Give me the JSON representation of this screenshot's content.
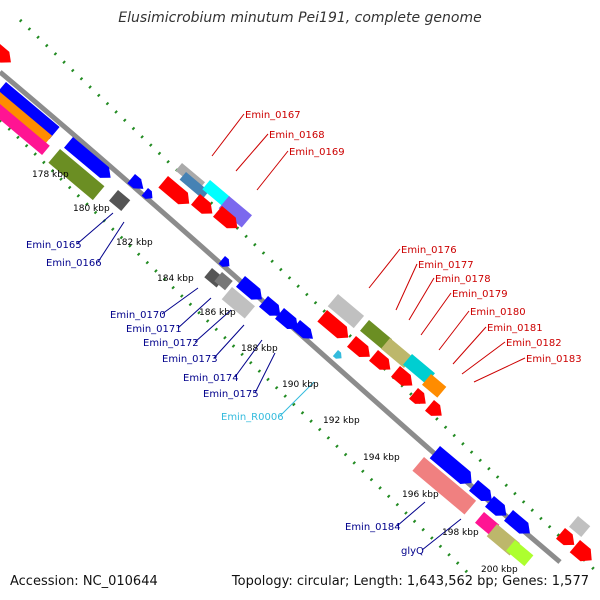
{
  "title": "Elusimicrobium minutum Pei191, complete genome",
  "footer": {
    "accession": "Accession: NC_010644",
    "summary": "Topology: circular; Length: 1,643,562 bp; Genes: 1,577"
  },
  "colors": {
    "backbone": "#8c8c8c",
    "tick_dots": "#228b22",
    "label_forward": "#cc0000",
    "label_reverse": "#00008b",
    "label_rna": "#33bbdd",
    "kbp_label": "#000000"
  },
  "kbp_labels": [
    "178 kbp",
    "180 kbp",
    "182 kbp",
    "184 kbp",
    "186 kbp",
    "188 kbp",
    "190 kbp",
    "192 kbp",
    "194 kbp",
    "196 kbp",
    "198 kbp",
    "200 kbp"
  ],
  "gene_labels": {
    "forward": [
      "Emin_0167",
      "Emin_0168",
      "Emin_0169",
      "Emin_0176",
      "Emin_0177",
      "Emin_0178",
      "Emin_0179",
      "Emin_0180",
      "Emin_0181",
      "Emin_0182",
      "Emin_0183"
    ],
    "reverse": [
      "Emin_0165",
      "Emin_0166",
      "Emin_0170",
      "Emin_0171",
      "Emin_0172",
      "Emin_0173",
      "Emin_0174",
      "Emin_0175",
      "Emin_0184",
      "glyQ"
    ],
    "rna": [
      "Emin_R0006"
    ]
  }
}
